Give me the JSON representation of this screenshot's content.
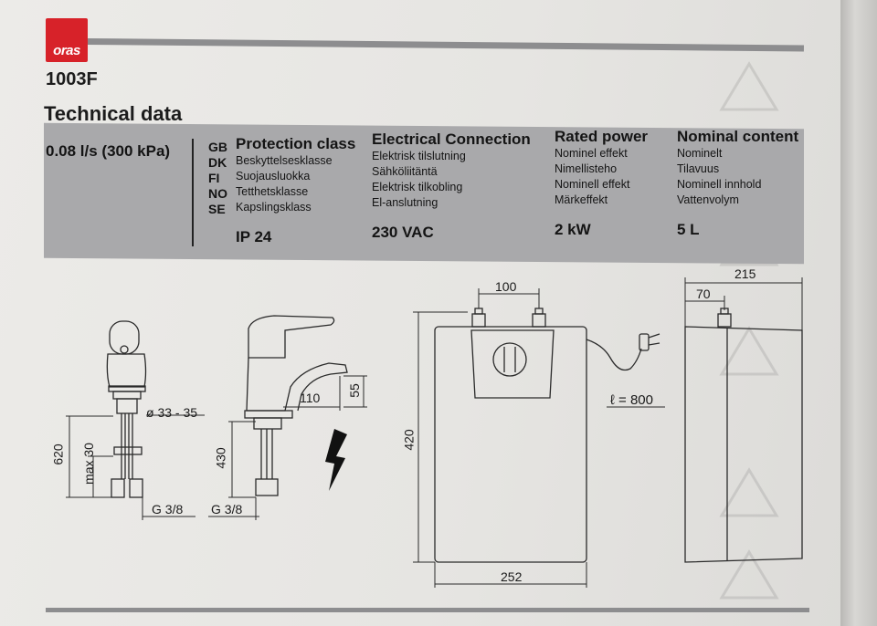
{
  "document": {
    "logo_text": "oras",
    "model": "1003F",
    "title": "Technical data",
    "flow_rate": "0.08 l/s (300 kPa)",
    "language_codes": [
      "GB",
      "DK",
      "FI",
      "NO",
      "SE"
    ]
  },
  "columns": [
    {
      "heading": "Protection class",
      "translations": [
        "Beskyttelsesklasse",
        "Suojausluokka",
        "Tetthetsklasse",
        "Kapslingsklass"
      ],
      "value": "IP 24"
    },
    {
      "heading": "Electrical Connection",
      "translations": [
        "Elektrisk tilslutning",
        "Sähköliitäntä",
        "Elektrisk tilkobling",
        "El-anslutning"
      ],
      "value": "230 VAC"
    },
    {
      "heading": "Rated power",
      "translations": [
        "Nominel effekt",
        "Nimellisteho",
        "Nominell effekt",
        "Märkeffekt"
      ],
      "value": "2 kW"
    },
    {
      "heading": "Nominal content",
      "translations": [
        "Nominelt",
        "Tilavuus",
        "Nominell innhold",
        "Vattenvolym"
      ],
      "value": "5 L"
    }
  ],
  "dimensions": {
    "diameter": "ø 33 - 35",
    "height_total": "620",
    "max_30": "max 30",
    "thread_left": "G 3/8",
    "spout_reach": "110",
    "spout_height": "55",
    "hose_length": "430",
    "thread_right": "G 3/8",
    "pipe_spacing": "100",
    "heater_height": "420",
    "cable_length": "ℓ = 800",
    "heater_width": "252",
    "side_depth": "215",
    "side_offset": "70"
  },
  "colors": {
    "band": "#a9a9ab",
    "logo": "#d72229",
    "rule": "#8d8d8f"
  }
}
